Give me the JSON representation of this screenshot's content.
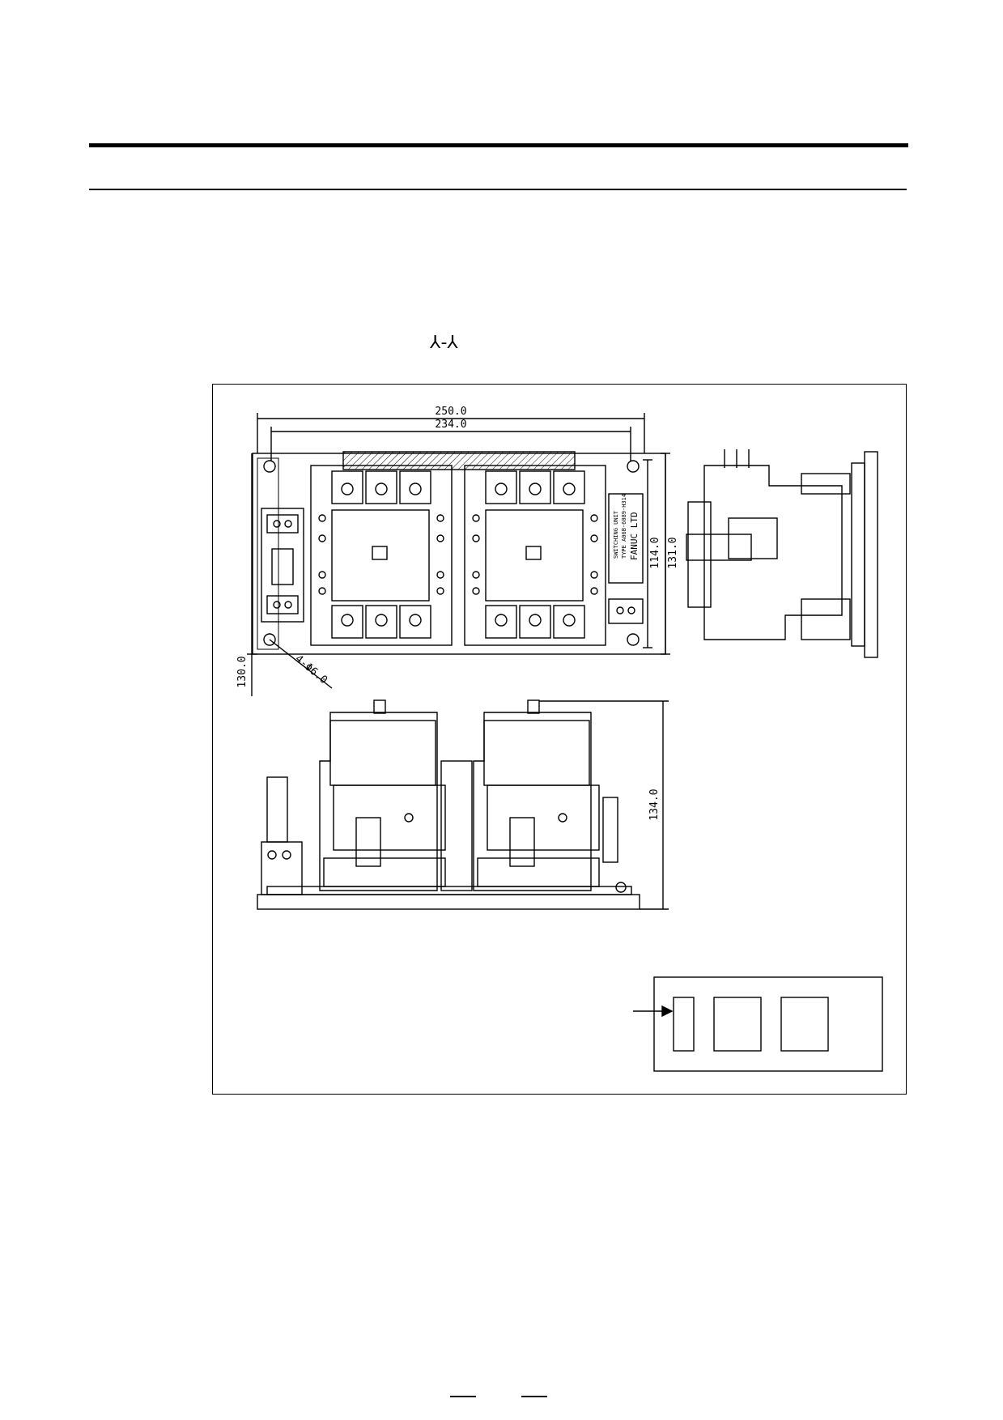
{
  "header": {
    "top_rule": "",
    "section_rule": ""
  },
  "connection_symbol": "⅄-⅄",
  "drawing": {
    "dimensions": {
      "overall_width": "250.0",
      "mounting_width": "234.0",
      "overall_height_inner": "114.0",
      "overall_height_outer": "131.0",
      "mounting_height": "130.0",
      "hole_spec": "4-Φ6.0",
      "depth": "134.0"
    },
    "nameplate": {
      "line1": "SWITCHING UNIT",
      "line2": "TYPE A06B-6089-H314",
      "line3": "FANUC LTD"
    }
  },
  "footer": {
    "left_dash": "",
    "right_dash": ""
  }
}
